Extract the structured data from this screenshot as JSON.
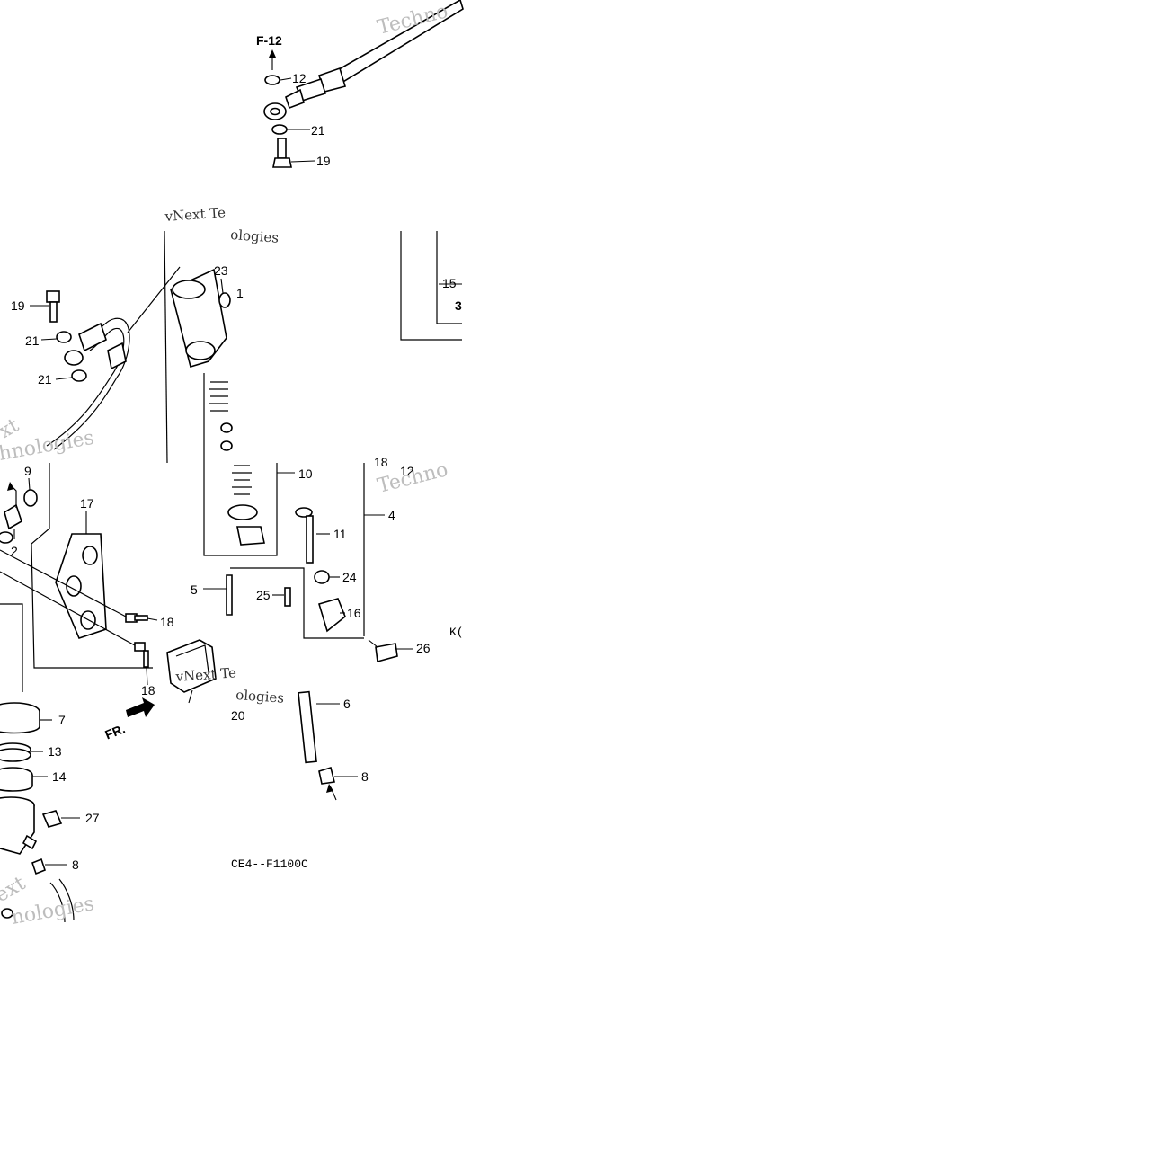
{
  "diagram": {
    "reference_code": "CE4--F1100C",
    "callouts": [
      {
        "id": "ref-F12",
        "text": "F-12"
      },
      {
        "id": "c12-top",
        "text": "12"
      },
      {
        "id": "c21-top",
        "text": "21"
      },
      {
        "id": "c19-top",
        "text": "19"
      },
      {
        "id": "c23",
        "text": "23"
      },
      {
        "id": "c1",
        "text": "1"
      },
      {
        "id": "c15",
        "text": "15"
      },
      {
        "id": "c3",
        "text": "3"
      },
      {
        "id": "c19-left",
        "text": "19"
      },
      {
        "id": "c21-left-a",
        "text": "21"
      },
      {
        "id": "c21-left-b",
        "text": "21"
      },
      {
        "id": "c9",
        "text": "9"
      },
      {
        "id": "c17",
        "text": "17"
      },
      {
        "id": "c2",
        "text": "2"
      },
      {
        "id": "c10",
        "text": "10"
      },
      {
        "id": "c18-mid",
        "text": "18"
      },
      {
        "id": "c12-mid",
        "text": "12"
      },
      {
        "id": "c4",
        "text": "4"
      },
      {
        "id": "c11",
        "text": "11"
      },
      {
        "id": "c24",
        "text": "24"
      },
      {
        "id": "c5",
        "text": "5"
      },
      {
        "id": "c25",
        "text": "25"
      },
      {
        "id": "c16",
        "text": "16"
      },
      {
        "id": "cK",
        "text": "K("
      },
      {
        "id": "c18-a",
        "text": "18"
      },
      {
        "id": "c18-b",
        "text": "18"
      },
      {
        "id": "c26",
        "text": "26"
      },
      {
        "id": "c20",
        "text": "20"
      },
      {
        "id": "c6",
        "text": "6"
      },
      {
        "id": "c7",
        "text": "7"
      },
      {
        "id": "c13",
        "text": "13"
      },
      {
        "id": "c14",
        "text": "14"
      },
      {
        "id": "c27",
        "text": "27"
      },
      {
        "id": "c8-left",
        "text": "8"
      },
      {
        "id": "c8-right",
        "text": "8"
      }
    ],
    "front_marker": "FR.",
    "watermarks": [
      {
        "id": "wm1",
        "text": "Techno"
      },
      {
        "id": "wm2",
        "text": "vNext Te"
      },
      {
        "id": "wm3",
        "text": "ologies"
      },
      {
        "id": "wm4",
        "text": "xt"
      },
      {
        "id": "wm5",
        "text": "hnologies"
      },
      {
        "id": "wm6",
        "text": "Techno"
      },
      {
        "id": "wm7",
        "text": "vNext Te"
      },
      {
        "id": "wm8",
        "text": "ologies"
      },
      {
        "id": "wm9",
        "text": "ext"
      },
      {
        "id": "wm10",
        "text": "nologies"
      }
    ]
  }
}
